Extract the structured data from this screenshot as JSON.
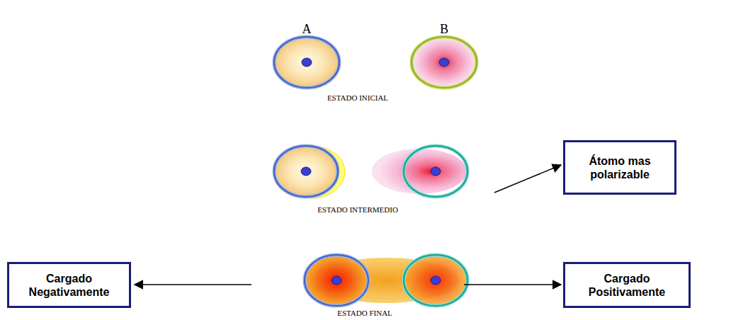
{
  "diagram": {
    "nodes": [
      {
        "text": [
          "Átomo mas polarizable"
        ]
      },
      {
        "text": [
          "Cargado Negativamente"
        ]
      },
      {
        "text": [
          "Cargado Positivamente"
        ]
      }
    ],
    "labels": [
      "A",
      "B",
      "ESTADO INICIAL",
      "ESTADO INTERMEDIO",
      "ESTADO FINAL"
    ]
  }
}
